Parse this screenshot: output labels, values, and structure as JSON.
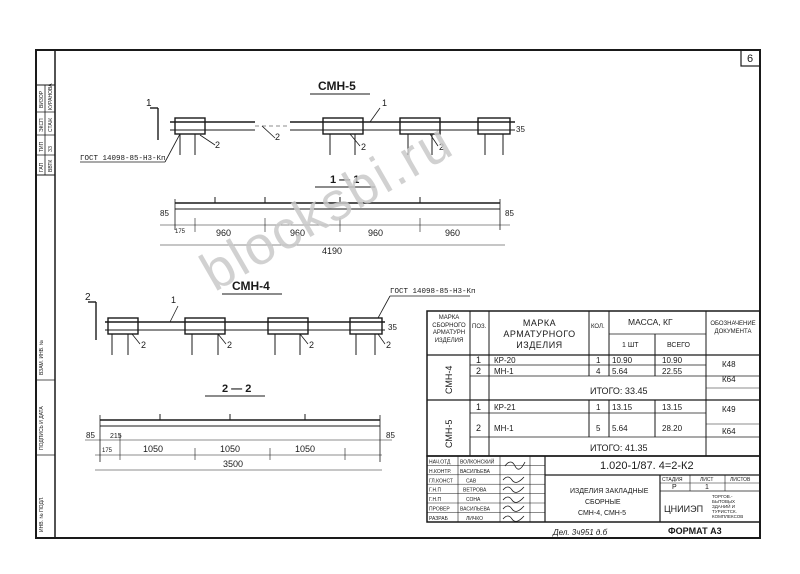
{
  "sheet_number": "6",
  "side_stamp": [
    "ВЗАМ. ИНВ. №",
    "ПОДПИСЬ И ДАТА",
    "ИНВ. № ПОДЛ."
  ],
  "side_stamp_top": [
    "ГАП",
    "ТИП",
    "ЭКСП",
    "ВИЗОР",
    "ВВТК",
    "ЗЗ",
    "СТАЖ",
    "КУРАНОВА"
  ],
  "cmh5": {
    "title": "СМН-5",
    "gost": "ГОСТ 14098-85-Н3-Кп",
    "section_title": "1 — 1",
    "section_mark": "1",
    "callouts": [
      "1",
      "2",
      "2",
      "2",
      "2"
    ],
    "dim_side": "35",
    "dim_85_left": "85",
    "dim_175": "175",
    "spans": [
      "960",
      "960",
      "960",
      "960"
    ],
    "total": "4190",
    "dim_85_right": "85"
  },
  "cmh4": {
    "title": "СМН-4",
    "gost": "ГОСТ 14098-85-Н3-Кп",
    "section_title": "2 — 2",
    "section_mark": "2",
    "callouts": [
      "1",
      "2",
      "2",
      "2",
      "2"
    ],
    "dim_side": "35",
    "dim_85_left": "85",
    "dim_215": "215",
    "dim_175": "175",
    "spans": [
      "1050",
      "1050",
      "1050"
    ],
    "total": "3500",
    "dim_85_right": "85"
  },
  "spec": {
    "headers": {
      "mark": "МАРКА СБОРНОГО АРМАТУРН ИЗДЕЛИЯ",
      "pos": "ПОЗ.",
      "rebar": "МАРКА АРМАТУРНОГО ИЗДЕЛИЯ",
      "qty": "КОЛ.",
      "mass": "МАССА, КГ",
      "mass_one": "1 ШТ",
      "mass_all": "ВСЕГО",
      "doc": "ОБОЗНАЧЕНИЕ ДОКУМЕНТА"
    },
    "groups": [
      {
        "mark": "СМН-4",
        "rows": [
          {
            "pos": "1",
            "rebar": "КР-20",
            "qty": "1",
            "m1": "10.90",
            "mall": "10.90",
            "doc": "К48"
          },
          {
            "pos": "2",
            "rebar": "МН-1",
            "qty": "4",
            "m1": "5.64",
            "mall": "22.55",
            "doc": "К64"
          }
        ],
        "total": "ИТОГО: 33.45"
      },
      {
        "mark": "СМН-5",
        "rows": [
          {
            "pos": "1",
            "rebar": "КР-21",
            "qty": "1",
            "m1": "13.15",
            "mall": "13.15",
            "doc": "К49"
          },
          {
            "pos": "2",
            "rebar": "МН-1",
            "qty": "5",
            "m1": "5.64",
            "mall": "28.20",
            "doc": "К64"
          }
        ],
        "total": "ИТОГО: 41.35"
      }
    ]
  },
  "titleblock": {
    "code": "1.020-1/87. 4=2-К2",
    "roles": [
      {
        "role": "НАЧ.ОТД",
        "name": "ВОЛКОНСКИЙ"
      },
      {
        "role": "Н.КОНТР.",
        "name": "ВАСИЛЬЕВА"
      },
      {
        "role": "ГЛ.КОНСТ",
        "name": "САВ"
      },
      {
        "role": "Г.Н.П",
        "name": "ВЕТРОВА"
      },
      {
        "role": "Г.Н.П",
        "name": "СОНА"
      },
      {
        "role": "ПРОВЕР",
        "name": "ВАСИЛЬЕВА"
      },
      {
        "role": "РАЗРАБ",
        "name": "ЛИЧКО"
      }
    ],
    "desc": [
      "ИЗДЕЛИЯ ЗАКЛАДНЫЕ",
      "СБОРНЫЕ",
      "СМН-4, СМН-5"
    ],
    "stage_h": "СТАДИЯ",
    "sheet_h": "ЛИСТ",
    "sheets_h": "ЛИСТОВ",
    "stage": "Р",
    "sheet": "1",
    "org": "ЦНИИЭП",
    "org_note": [
      "ТОРГОВ.-",
      "БЫТОВЫХ",
      "ЗДАНИЙ И",
      "ТУРИСТСК.",
      "КОМПЛЕКСОВ"
    ]
  },
  "format": "ФОРМАТ А3",
  "handwritten": "Дел. 3ч951 д.б",
  "watermark": "blocksbi.ru"
}
